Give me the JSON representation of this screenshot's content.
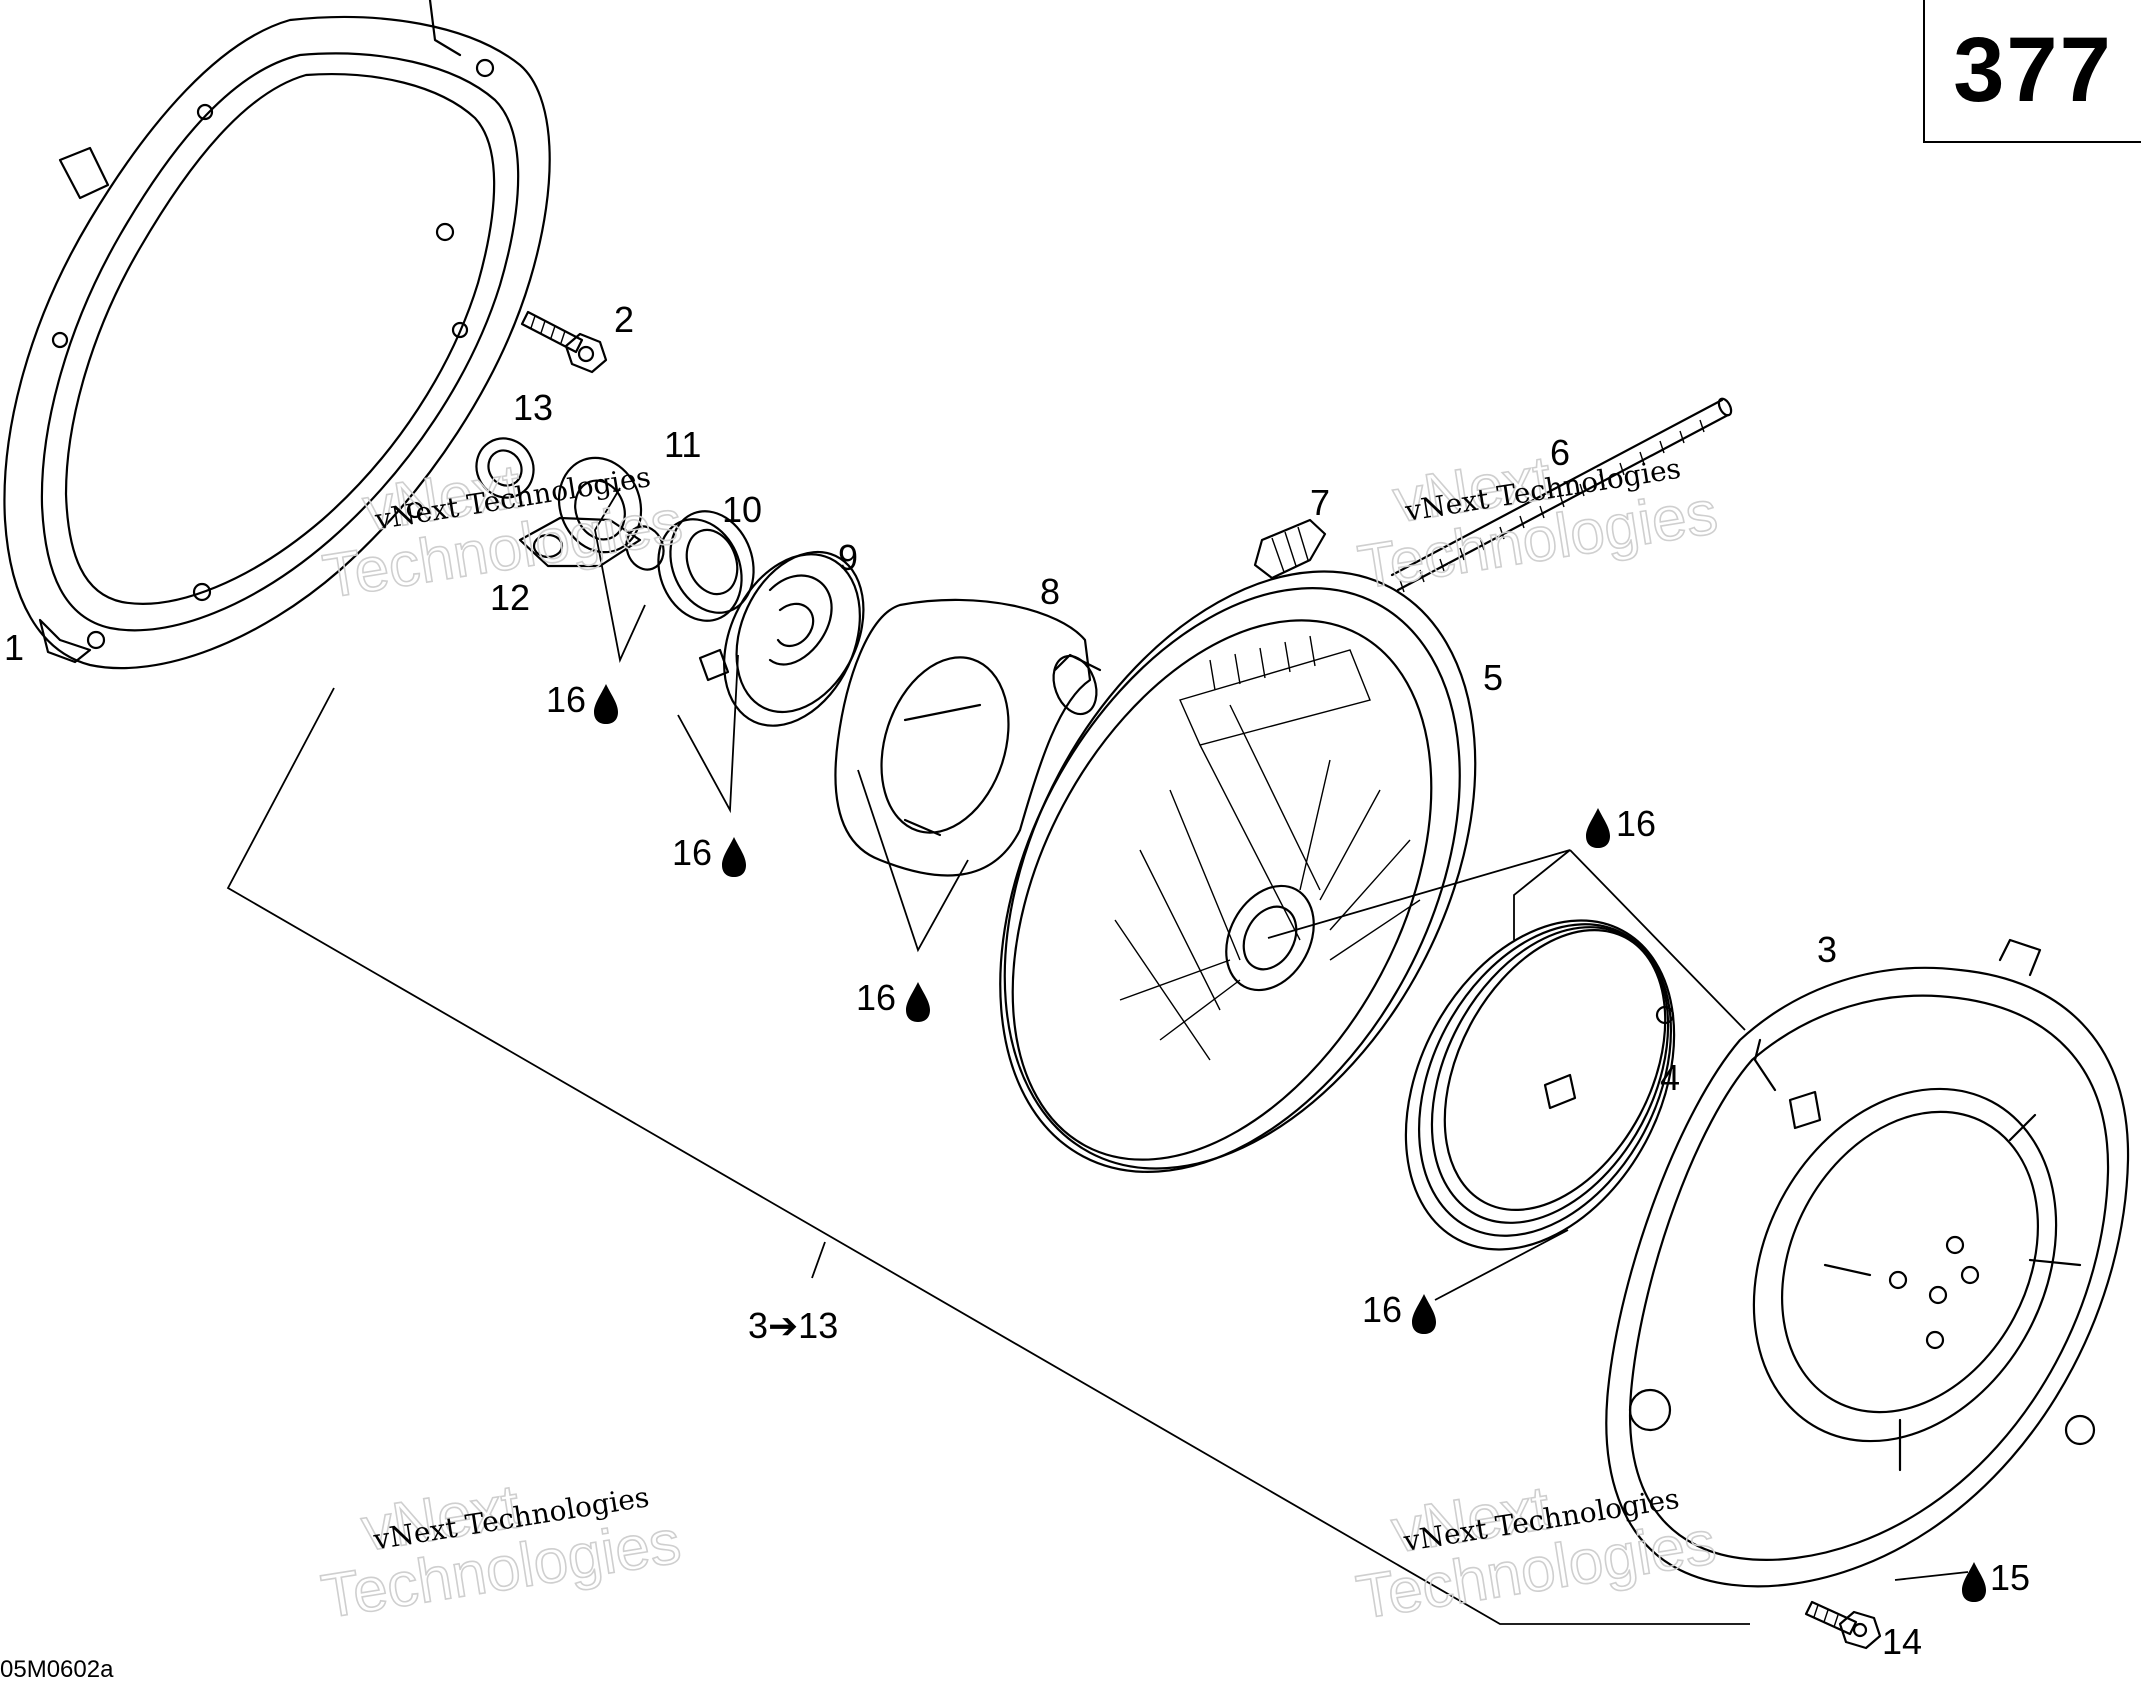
{
  "page_number": "377",
  "drawing_code": "05M0602a",
  "watermark": {
    "line1": "vNext",
    "line2": "Technologies",
    "line3": "vNext Technologies"
  },
  "callouts": {
    "c1": "1",
    "c2": "2",
    "c3": "3",
    "c4": "4",
    "c5": "5",
    "c6": "6",
    "c7": "7",
    "c8": "8",
    "c9": "9",
    "c10": "10",
    "c11": "11",
    "c12": "12",
    "c13": "13",
    "c14": "14",
    "c15": "15",
    "c16a": "16",
    "c16b": "16",
    "c16c": "16",
    "c16d": "16",
    "c16e": "16",
    "range": "3➔13"
  }
}
